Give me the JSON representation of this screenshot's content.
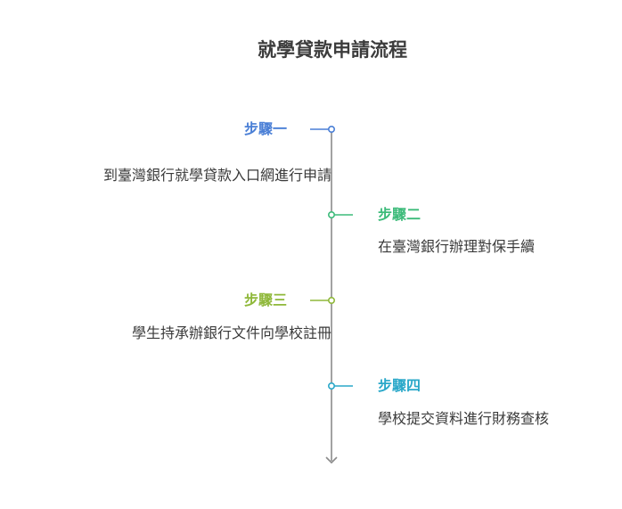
{
  "title": "就學貸款申請流程",
  "steps": [
    {
      "label": "步驟一",
      "description": "到臺灣銀行就學貸款入口網進行申請",
      "side": "left",
      "color": "#4a7fd6"
    },
    {
      "label": "步驟二",
      "description": "在臺灣銀行辦理對保手續",
      "side": "right",
      "color": "#3dbb7a"
    },
    {
      "label": "步驟三",
      "description": "學生持承辦銀行文件向學校註冊",
      "side": "left",
      "color": "#8fb83a"
    },
    {
      "label": "步驟四",
      "description": "學校提交資料進行財務查核",
      "side": "right",
      "color": "#2aa8c9"
    }
  ],
  "axis_color": "#8a8a8a"
}
